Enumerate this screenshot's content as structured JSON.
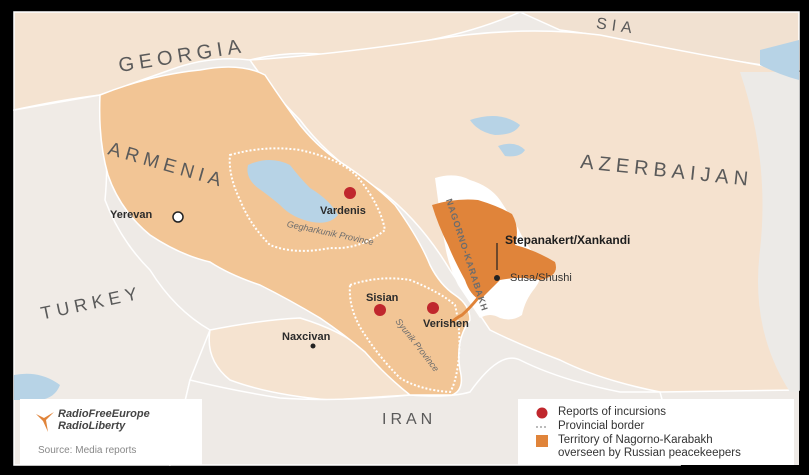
{
  "map": {
    "countries": {
      "georgia": "GEORGIA",
      "armenia": "ARMENIA",
      "azerbaijan": "AZERBAIJAN",
      "turkey": "TURKEY",
      "iran": "IRAN",
      "russia_fragment": "SIA"
    },
    "cities": {
      "yerevan": "Yerevan",
      "vardenis": "Vardenis",
      "stepanakert": "Stepanakert/Xankandi",
      "susa": "Susa/Shushi",
      "sisian": "Sisian",
      "verishen": "Verishen",
      "naxcivan": "Naxcivan"
    },
    "provinces": {
      "gegharkunik": "Gegharkunik Province",
      "syunik": "Syunik Province"
    },
    "region_vertical_label": "NAGORNO-KARABAKH"
  },
  "legend": {
    "incursions": "Reports of incursions",
    "provincial_border": "Provincial border",
    "territory_line1": "Territory of Nagorno-Karabakh",
    "territory_line2": "overseen by Russian peacekeepers"
  },
  "brand": {
    "line1": "RadioFreeEurope",
    "line2": "RadioLiberty",
    "source": "Source: Media reports"
  },
  "colors": {
    "armenia_fill": "#f2c595",
    "neighbor_fill": "#f6e4d2",
    "water": "#b7d3e6",
    "peacekeeper_territory": "#e0843a",
    "incursion_dot": "#c0272d",
    "land_background": "#eeeae6"
  }
}
